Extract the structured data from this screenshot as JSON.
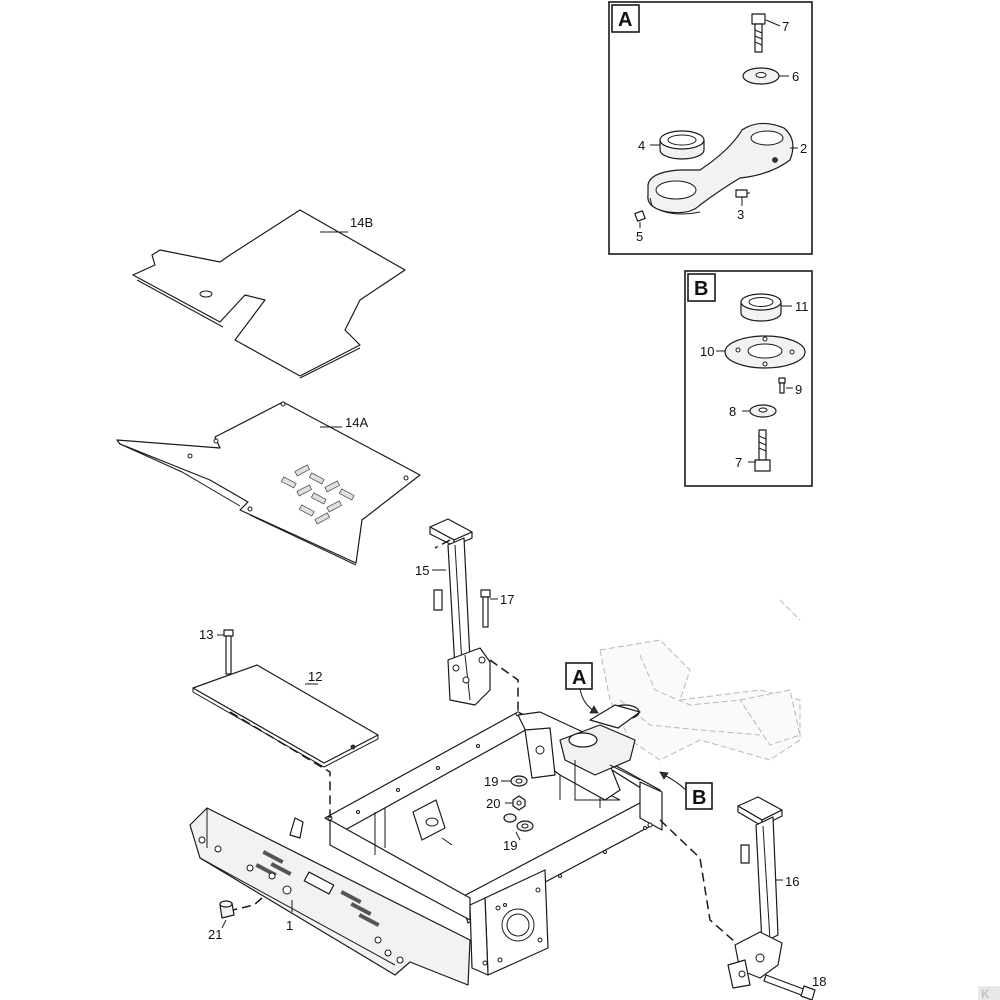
{
  "diagram": {
    "detail_a": {
      "tag": "A",
      "labels": [
        "7",
        "6",
        "4",
        "2",
        "3",
        "5"
      ]
    },
    "detail_b": {
      "tag": "B",
      "labels": [
        "11",
        "10",
        "9",
        "8",
        "7"
      ]
    },
    "callout_tags": [
      "A",
      "B"
    ],
    "part_labels": {
      "p14b": "14B",
      "p14a": "14A",
      "p15": "15",
      "p17": "17",
      "p13": "13",
      "p12": "12",
      "p19a": "19",
      "p20": "20",
      "p19b": "19",
      "p16": "16",
      "p21": "21",
      "p1": "1",
      "p18": "18"
    },
    "logo_text": "K"
  }
}
